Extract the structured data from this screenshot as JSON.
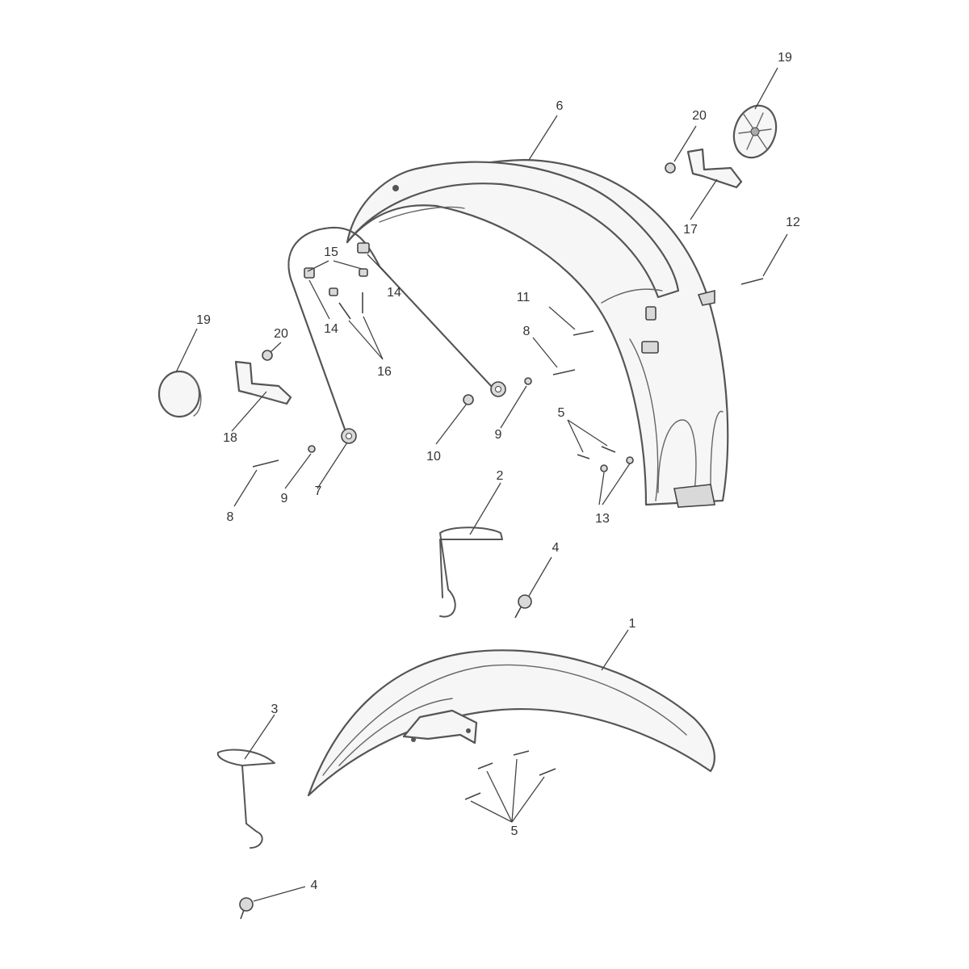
{
  "colors": {
    "line": "#555555",
    "fill": "#f6f6f6",
    "text": "#333333"
  },
  "labels": {
    "l1": "1",
    "l2": "2",
    "l3": "3",
    "l4a": "4",
    "l4b": "4",
    "l5a": "5",
    "l5b": "5",
    "l6": "6",
    "l7": "7",
    "l8a": "8",
    "l8b": "8",
    "l9a": "9",
    "l9b": "9",
    "l10": "10",
    "l11": "11",
    "l12": "12",
    "l13": "13",
    "l14a": "14",
    "l14b": "14",
    "l15": "15",
    "l16": "16",
    "l17": "17",
    "l18": "18",
    "l19a": "19",
    "l19b": "19",
    "l20a": "20",
    "l20b": "20"
  }
}
